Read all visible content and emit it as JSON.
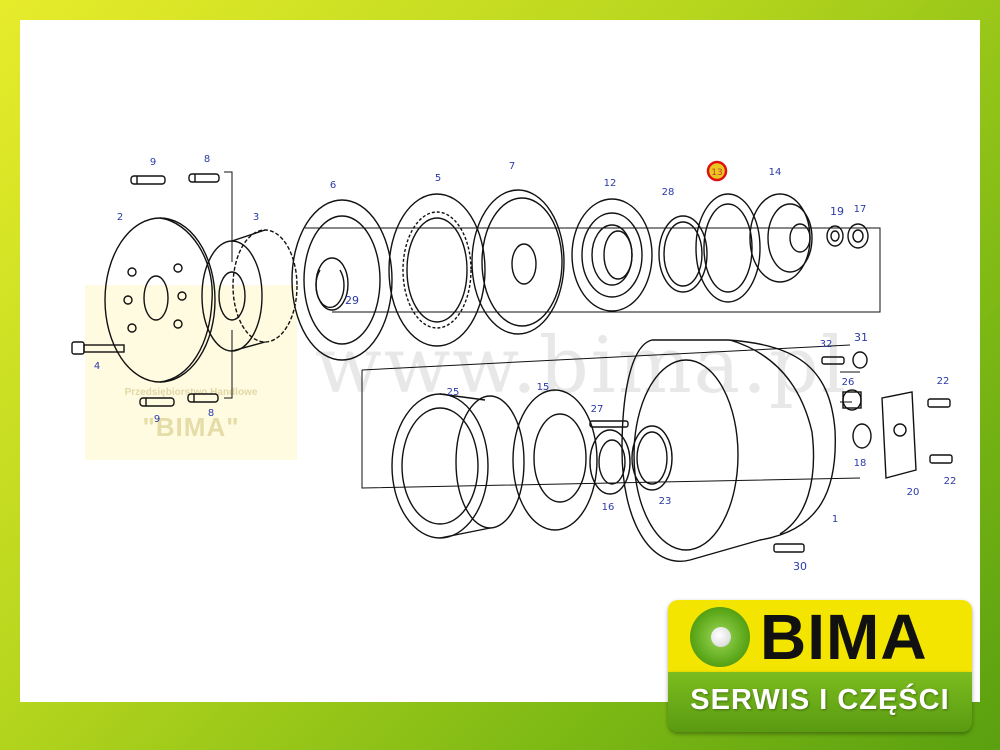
{
  "watermark": {
    "url_text": "www.bima.pl",
    "stamp_line1": "Przedsiębiorstwo Handlowe",
    "stamp_line2": "\"BIMA\""
  },
  "logo": {
    "brand": "BIMA",
    "tagline": "SERWIS I CZĘŚCI",
    "colors": {
      "yellow": "#f3e500",
      "green": "#5da91a",
      "white": "#ffffff"
    }
  },
  "highlight": {
    "part": "13",
    "color": "#e01010"
  },
  "part_labels": [
    "9",
    "8",
    "2",
    "3",
    "4",
    "9",
    "8",
    "6",
    "29",
    "5",
    "7",
    "12",
    "28",
    "13",
    "14",
    "19",
    "17",
    "32",
    "31",
    "26",
    "22",
    "18",
    "20",
    "22",
    "25",
    "15",
    "27",
    "16",
    "23",
    "1",
    "30"
  ]
}
